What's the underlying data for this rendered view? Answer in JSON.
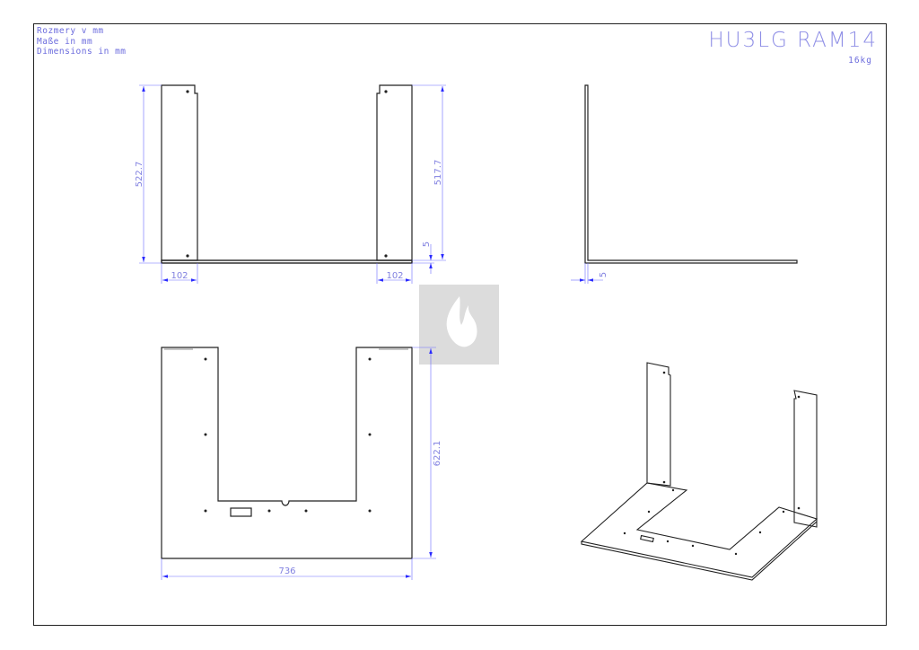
{
  "notes": [
    "Rozmery v mm",
    "Maße in mm",
    "Dimensions in mm"
  ],
  "title": "HU3LG RAM14",
  "weight": "16kg",
  "dimensions": {
    "front_left_height": "522.7",
    "front_right_height": "517.7",
    "front_base_thickness": "5",
    "front_left_width": "102",
    "front_right_width": "102",
    "side_thickness": "5",
    "top_depth": "622.1",
    "top_width": "736"
  },
  "colors": {
    "line": "#222222",
    "dimension": "#4040ff",
    "dimension_text": "#8080e0",
    "watermark_bg": "#dcdcdc"
  },
  "watermark_icon": "flame-icon"
}
